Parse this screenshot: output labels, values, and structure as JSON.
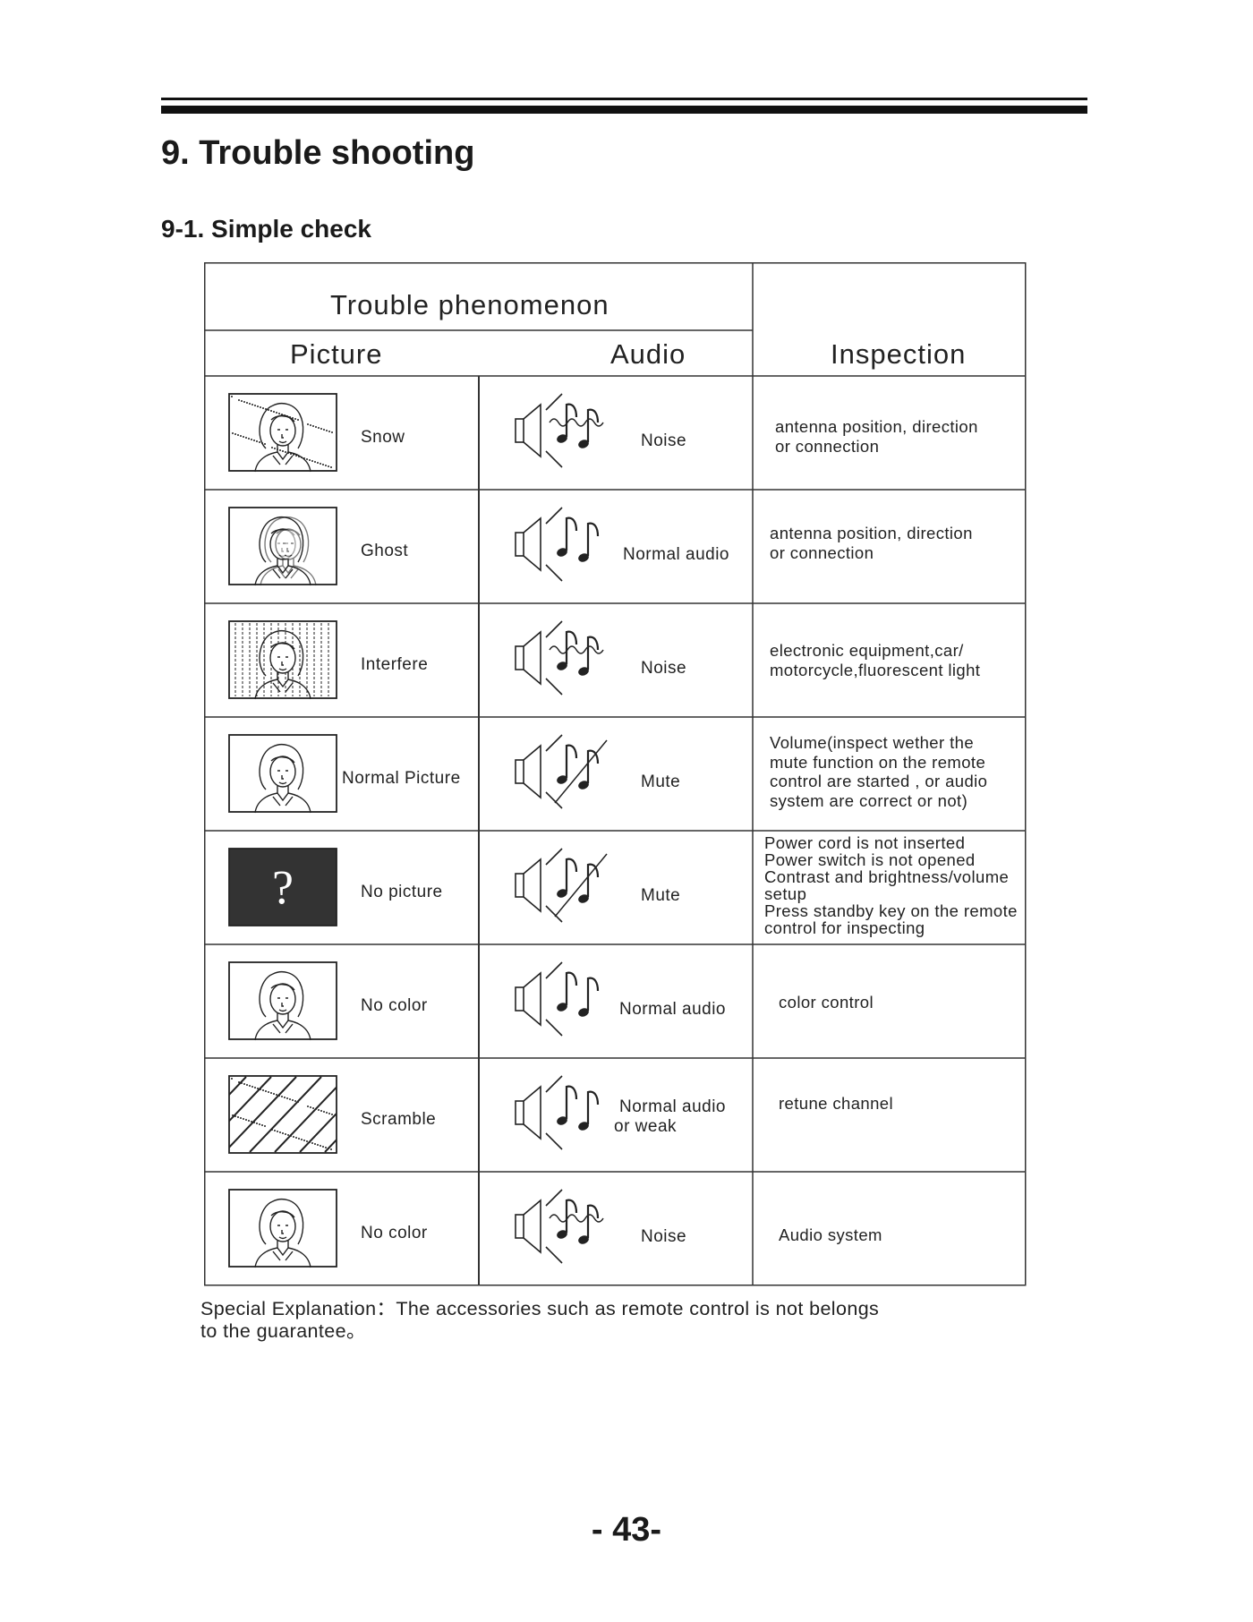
{
  "page": {
    "title": "9. Trouble shooting",
    "subtitle": "9-1. Simple check",
    "page_number": "- 43-",
    "special_note": {
      "label": "Special Explanation：",
      "text": "The accessories such as remote control is not belongs",
      "text2": "to the guarantee。"
    }
  },
  "table": {
    "headers": {
      "trouble": "Trouble phenomenon",
      "picture": "Picture",
      "audio": "Audio",
      "inspection": "Inspection"
    },
    "rows": [
      {
        "picture": "Snow",
        "picture_icon": "snow-screen-icon",
        "audio": "Noise",
        "audio2": "",
        "audio_icon": "speaker-noise-icon",
        "inspection": [
          "antenna position, direction",
          "or connection"
        ]
      },
      {
        "picture": "Ghost",
        "picture_icon": "ghost-screen-icon",
        "audio": "Normal audio",
        "audio2": "",
        "audio_icon": "speaker-music-icon",
        "inspection": [
          "antenna position, direction",
          "or connection"
        ]
      },
      {
        "picture": "Interfere",
        "picture_icon": "interfere-screen-icon",
        "audio": "Noise",
        "audio2": "",
        "audio_icon": "speaker-noise-icon",
        "inspection": [
          "electronic equipment,car/",
          "motorcycle,fluorescent light"
        ]
      },
      {
        "picture": "Normal Picture",
        "picture_icon": "normal-screen-icon",
        "audio": "Mute",
        "audio2": "",
        "audio_icon": "speaker-mute-icon",
        "inspection": [
          "Volume(inspect wether the",
          "mute function on the remote",
          "control are started , or audio",
          "system are correct or not)"
        ]
      },
      {
        "picture": "No picture",
        "picture_icon": "no-picture-screen-icon",
        "audio": "Mute",
        "audio2": "",
        "audio_icon": "speaker-mute-icon",
        "inspection": [
          "Power cord is not inserted",
          "Power switch is not opened",
          "Contrast and brightness/volume",
          "setup",
          "Press standby key on the remote",
          "control for inspecting"
        ]
      },
      {
        "picture": "No color",
        "picture_icon": "no-color-screen-icon",
        "audio": "Normal audio",
        "audio2": "",
        "audio_icon": "speaker-music-icon",
        "inspection": [
          "color control"
        ]
      },
      {
        "picture": "Scramble",
        "picture_icon": "scramble-screen-icon",
        "audio": "Normal audio",
        "audio2": "or weak",
        "audio_icon": "speaker-music-icon",
        "inspection": [
          "retune channel"
        ]
      },
      {
        "picture": "No color",
        "picture_icon": "no-color-screen-icon",
        "audio": "Noise",
        "audio2": "",
        "audio_icon": "speaker-noise-icon",
        "inspection": [
          "Audio system"
        ]
      }
    ],
    "no_picture_glyph": "?"
  }
}
